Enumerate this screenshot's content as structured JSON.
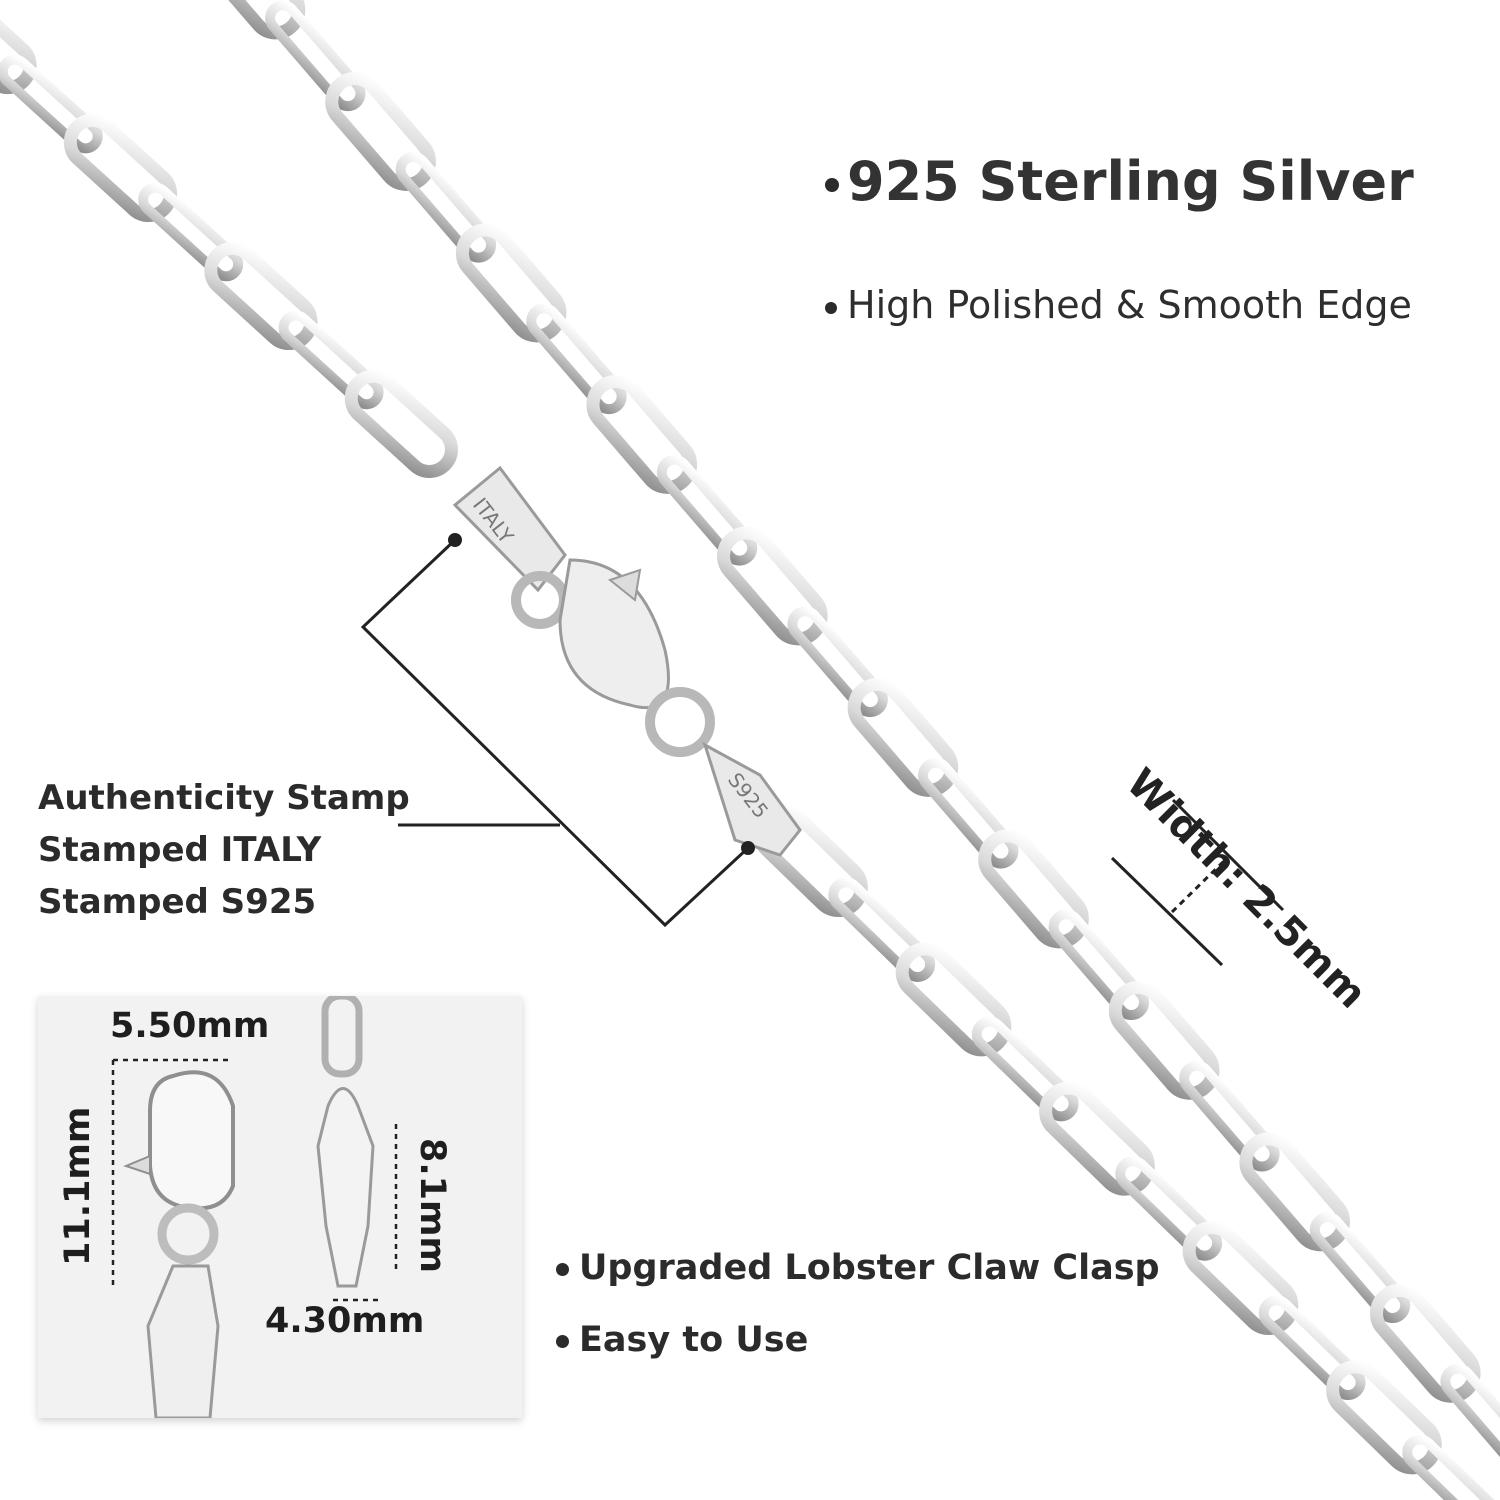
{
  "features": {
    "material": "925 Sterling Silver",
    "finish": "High Polished & Smooth Edge",
    "clasp": "Upgraded Lobster Claw Clasp",
    "ease": "Easy to Use"
  },
  "stamp_callout": {
    "line1": "Authenticity Stamp",
    "line2": "Stamped ITALY",
    "line3": "Stamped S925"
  },
  "width_label": "Width: 2.5mm",
  "clasp_dimensions": {
    "clasp_width": "5.50mm",
    "clasp_height": "11.1mm",
    "tag_height": "8.1mm",
    "tag_width": "4.30mm"
  },
  "engravings": {
    "italy": "ITALY",
    "s925": "S925"
  },
  "colors": {
    "background": "#ffffff",
    "text": "#2b2b2b",
    "silver_light": "#f4f4f4",
    "silver_dark": "#9a9a9a",
    "inset_bg": "#f2f2f2"
  }
}
